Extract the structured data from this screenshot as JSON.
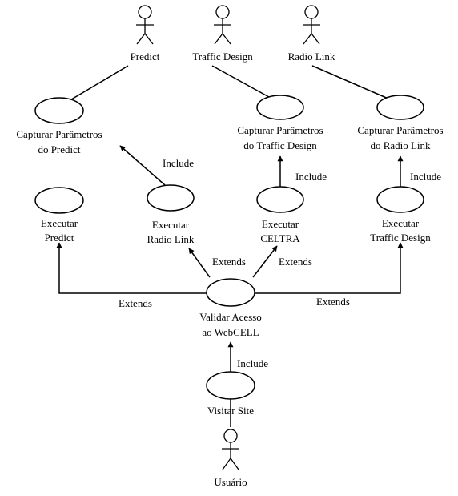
{
  "actors": {
    "predict": "Predict",
    "traffic_design": "Traffic Design",
    "radio_link": "Radio Link",
    "usuario": "Usuário"
  },
  "use_cases": {
    "capturar_predict": [
      "Capturar Parâmetros",
      "do Predict"
    ],
    "capturar_traffic": [
      "Capturar Parâmetros",
      "do Traffic Design"
    ],
    "capturar_radio": [
      "Capturar Parâmetros",
      "do Radio Link"
    ],
    "executar_predict": [
      "Executar",
      "Predict"
    ],
    "executar_radio": [
      "Executar",
      "Radio Link"
    ],
    "executar_celtra": [
      "Executar",
      "CELTRA"
    ],
    "executar_traffic": [
      "Executar",
      "Traffic Design"
    ],
    "validar": [
      "Validar Acesso",
      "ao WebCELL"
    ],
    "visitar": "Visitar Site"
  },
  "relations": {
    "include": "Include",
    "extends": "Extends"
  }
}
